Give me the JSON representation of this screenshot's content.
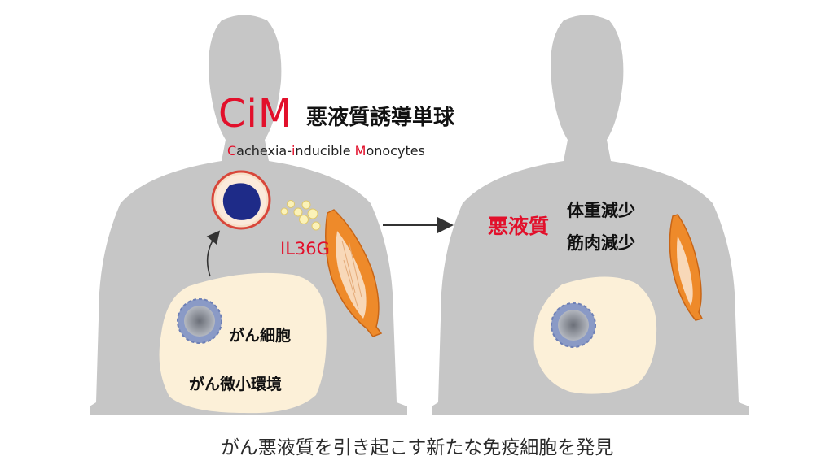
{
  "colors": {
    "silhouette": "#c6c6c6",
    "accent_red": "#e2102b",
    "muscle": "#ee8a2a",
    "tumor_bg": "#fcf0d8",
    "monocyte_nucleus": "#1e2b88"
  },
  "left_figure": {
    "logo_text": "CiM",
    "logo_jp": "悪液質誘導単球",
    "expansion": [
      {
        "text": "C",
        "highlight": true
      },
      {
        "text": "achexia-",
        "highlight": false
      },
      {
        "text": "i",
        "highlight": true
      },
      {
        "text": "nducible ",
        "highlight": false
      },
      {
        "text": "M",
        "highlight": true
      },
      {
        "text": "onocytes",
        "highlight": false
      }
    ],
    "cytokine_label": "IL36G",
    "cancer_cell_label": "がん細胞",
    "microenvironment_label": "がん微小環境"
  },
  "right_figure": {
    "condition_label": "悪液質",
    "symptoms": [
      "体重減少",
      "筋肉減少"
    ]
  },
  "caption": "がん悪液質を引き起こす新たな免疫細胞を発見"
}
